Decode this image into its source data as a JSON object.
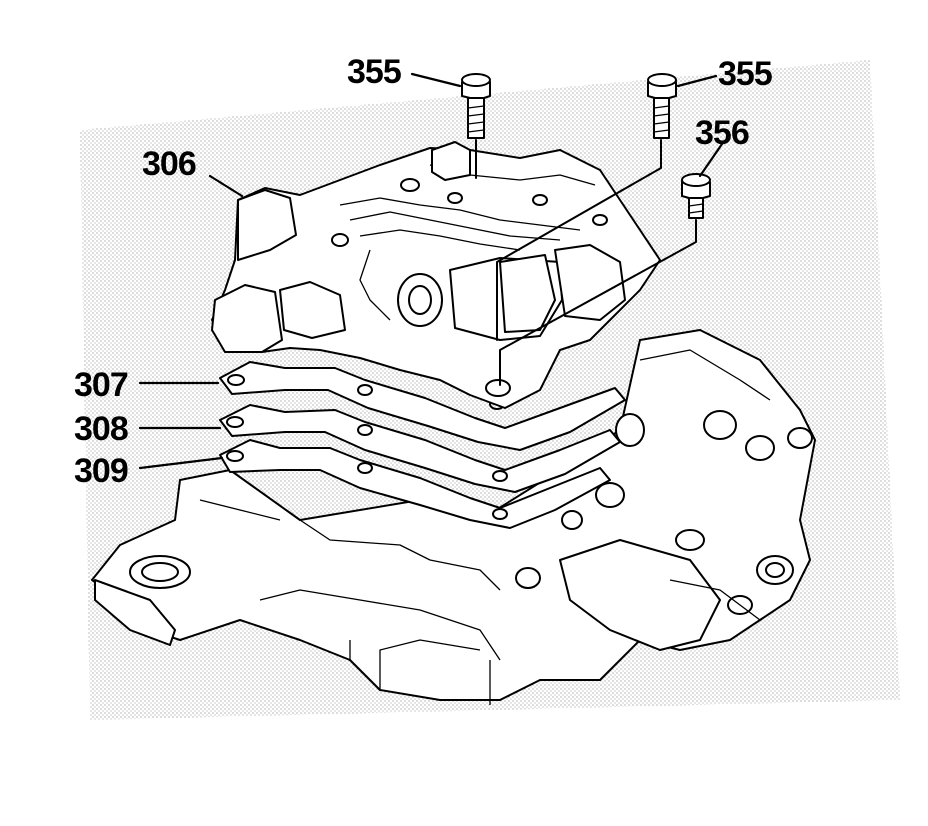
{
  "callouts": {
    "bolt_left": "355",
    "bolt_right": "355",
    "bolt_short": "356",
    "valve_body": "306",
    "gasket_upper": "307",
    "spacer_plate": "308",
    "gasket_lower": "309"
  }
}
